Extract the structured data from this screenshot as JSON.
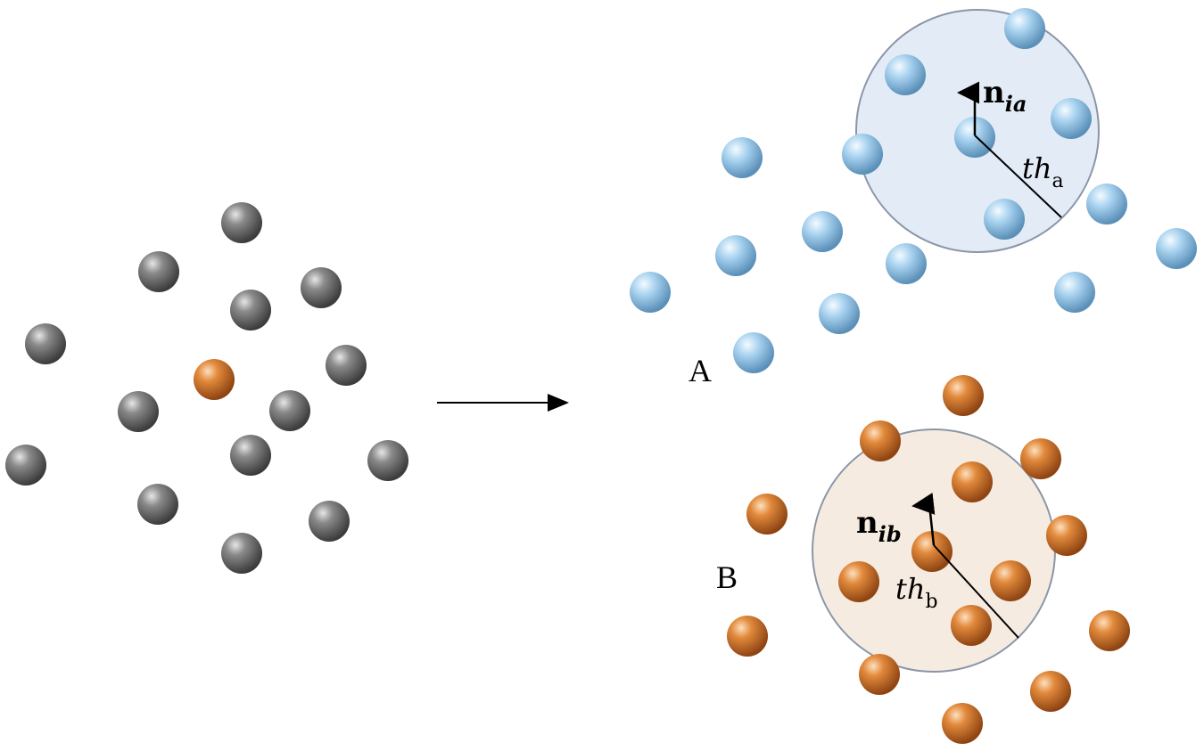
{
  "labels": {
    "group_a": "A",
    "group_b": "B"
  },
  "annotations": {
    "normal_a_symbol": "n",
    "normal_a_subscript": "ia",
    "threshold_a_symbol": "th",
    "threshold_a_subscript": "a",
    "normal_b_symbol": "n",
    "normal_b_subscript": "ib",
    "threshold_b_symbol": "th",
    "threshold_b_subscript": "b"
  },
  "colors": {
    "gray_particle": "#6e6e6e",
    "orange_particle": "#d9772e",
    "blue_particle": "#9cc8e8",
    "circle_a_fill": "#e3ebf6",
    "circle_b_fill": "#f6ebe0",
    "circle_stroke": "#8a96a8"
  }
}
